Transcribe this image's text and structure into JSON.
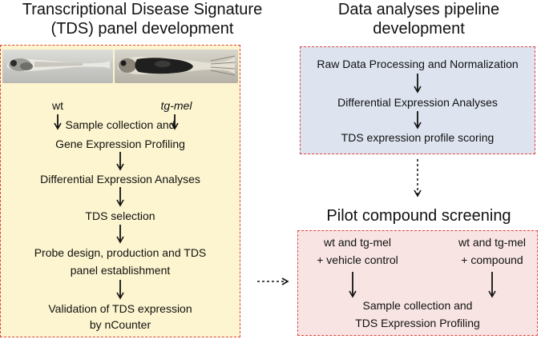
{
  "left": {
    "title_line1": "Transcriptional Disease Signature",
    "title_line2": "(TDS) panel development",
    "fish_labels": [
      "wt",
      "tg-mel"
    ],
    "steps": [
      [
        "Sample collection and",
        "Gene Expression Profiling"
      ],
      [
        "Differential Expression Analyses"
      ],
      [
        "TDS selection"
      ],
      [
        "Probe design, production and TDS",
        "panel establishment"
      ],
      [
        "Validation of TDS expression",
        "by nCounter"
      ]
    ]
  },
  "pipeline": {
    "title_line1": "Data analyses pipeline",
    "title_line2": "development",
    "steps": [
      "Raw Data Processing and Normalization",
      "Differential Expression Analyses",
      "TDS expression profile scoring"
    ]
  },
  "screening": {
    "title": "Pilot compound screening",
    "group_left": [
      "wt and tg-mel",
      "+ vehicle control"
    ],
    "group_right": [
      "wt and tg-mel",
      "+ compound"
    ],
    "result": [
      "Sample collection and",
      "TDS Expression Profiling"
    ]
  },
  "colors": {
    "panel_border": "#e0443a",
    "left_fill": "#fdf5cf",
    "pipeline_fill": "#dde4f0",
    "screening_fill": "#f8e5e3"
  }
}
